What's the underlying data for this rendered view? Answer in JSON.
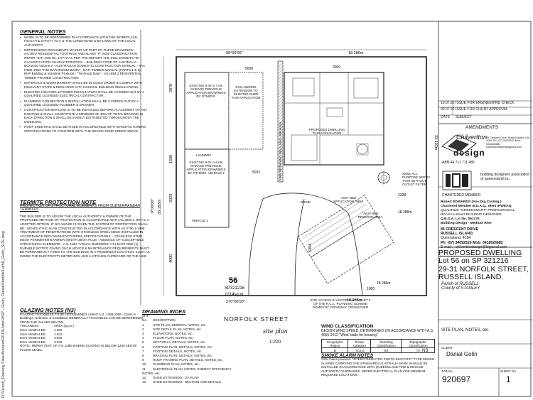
{
  "file_path": "D:\\Vicsoft_Drawing Files\\Autocad\\2018\\Jobs\\2697 - Golin, Danial\\Norfolk\\Lot56_Golin_SOE.dwg",
  "general_notes": {
    "title": "GENERAL NOTES",
    "items": [
      "WORK IS TO BE PERFORMED IN ACCORDANCE WITH THE WORKPLACE, HEALTH & SAFETY ACT, & THE CONDITIONS & BY-LAWS OF THE LOCAL AUTHORITY.",
      "REFERENCED DOCUMENTS MAKING UP PART OF THESE DRAWINGS - AS.2870 RESIDENTIAL FOOTINGS AND SLABS \"P\" SOIL CLASSIFICATION - REFER \"SIT\" JOB No. 17/773 AS PER THE REPORT THE SOIL EXHIBITS \"M\" CLASSIFICATION CHARACTERISTICS. - BUILDING CODE OF AUSTRALIA - BCA2016 Volume 2 - AUSTRALIAN DOMESTIC CONSTRUCTION MANUAL - SAA HB02-1994 \"THE BATHROOM BOOK\" - NAFI TIMBER MANUAL (PARTS 1 & 2) - BHP Building & Industrial Products - \"Technical Data\" - AS.1684.2 RESIDENTIAL TIMBER-FRAMED CONSTRUCTION",
      "MATERIALS & WORKMANSHIP SHALL BE IN GOOD ORDER & COMPLY WITH RELEVANT STATE & REDLANDS CITY COUNCIL BUILDING REGULATIONS.",
      "ELECTRIC LIGHTING & POWER INSTALLATION SHALL BE CARRIED OUT BY A QUALIFIED LICENSED ELECTRICAL CONTRACTOR.",
      "PLUMBING CONNECTION & INSTALLATION SHALL BE CARRIED OUT BY A QUALIFIED LICENSED PLUMBER & DRAINER.",
      "CONSTRUCTION BRACING IS TO BE INSTALLED BEFORE PLACEMENT OF ANY ROOFING & SHALL CONSTITUTE A MINIMUM OF 40% OF TOTAL BRACING IN EACH DIRECTION & SHALL BE EVENLY DISTRIBUTED THROUGHOUT THE DWELLING.",
      "ROOF SHEETING SHALL BE FIXED IN ACCORDANCE WITH MANUFACTURERS SPECIFICATIONS TO CONFORM WITH THE DESIGN WIND SPEED ABOVE."
    ]
  },
  "termite": {
    "title": "TERMITE PROTECTION NOTE",
    "subtitle": "PROTECTION OF STRUCTURAL ELEMENTS FROM SUBTERRANEAN TERMITES",
    "body": "THE BUILDER IS TO ADVISE THE LOCAL AUTHORITY & OWNER OF THE PROPOSED METHOD OF PROTECTION IN ACCORDANCE WITH AS.3660.1 OR A.L.A ADOPTED OPTION. IF NO AS/NSE IS GIVEN THE SYSTEM OF PROTECTION SHALL BE - MONOLITHIC SLAB CONSTRUCTED IN ACCORDANCE WITH AS.2780.1-1996 - TREATMENT OF PENETRATIONS WITH STAINLESS STEEL MESH INSTALLED IN ACCORDANCE WITH MANUFACTURERS SPECIFICATIONS. - STAINLESS STEEL MESH PERIMETER BARRIER (WIDTH 35mm PLUS - ABSENCE OF SUSCEPTIBLE STRUCTURAL ELEMENTS - A.S. 1684 \"VISUAL BARRIERS\" AT LEAST ONE (1) DURABLE NOTICE GIVING SUCH ADVICE & MAINTENANCE REQUIREMENTS MUST BE PERMANENTLY FIXED TO THE BUILDING IN A PROMINENT LOCATION, SUCH AS INSIDE THE ELECTRICITY METER BOX AND A KITCHEN CUPBOARD OR THE LIKE."
  },
  "glazing": {
    "title": "GLAZING NOTES (N3)",
    "intro": "GLAZING THICKNESS TO BE DETERMINED USING A.S. 1288:2006 - Glass in Buildings, Selection & Installation GENERALLY THICKNESS CAN BE DETERMINED FROM THE VALUES BELOW.",
    "header": [
      "THICKNESS",
      "AREA (sq.m.)"
    ],
    "rows": [
      [
        "3mm ANNEALED",
        "1.063"
      ],
      [
        "4mm ANNEALED",
        "1.843"
      ],
      [
        "5mm ANNEALED",
        "2.806"
      ],
      [
        "6mm ANNEALED",
        "3.945"
      ]
    ],
    "note": "NOTE:- REFER TEXT OF A.S.1288 WHERE GLAZING IS BELOW 1200 ABOVE FLOOR LEVEL."
  },
  "drawing_index": {
    "title": "DRAWING INDEX",
    "header": [
      "SHT No.",
      "DESCRIPTION"
    ],
    "rows": [
      [
        "1",
        "SITE PLAN, GENERAL NOTES, etc."
      ],
      [
        "2",
        "SITE DETAIL PLAN, NOTES, etc."
      ],
      [
        "3",
        "ELEVATIONS, NOTES, etc."
      ],
      [
        "4",
        "FLOOR PLAN, NOTES, etc."
      ],
      [
        "5",
        "SECTION A, DETAILS, NOTES, etc."
      ],
      [
        "6",
        "FOOTING PLAN, DETAILS, NOTES, etc."
      ],
      [
        "7",
        "FOOTING DETAILS, NOTES, etc."
      ],
      [
        "8",
        "BRACING PLAN, DETAILS, NOTES, etc."
      ],
      [
        "9",
        "ROOF FRAMING PLAN, DETAILS, NOTES, etc."
      ],
      [
        "10",
        "PLUMBING PLAN, NOTES, etc."
      ],
      [
        "11",
        "ELECTRICAL PLAN, NOTES, ENERGY EFFICIENCY NOTES, etc."
      ],
      [
        "12",
        "SHED EXTENSION - GA PLAN"
      ],
      [
        "13",
        "SHED EXTENSION - SECTION AND DETAILS"
      ]
    ]
  },
  "plan": {
    "street": "NORFOLK STREET",
    "label": "site plan",
    "scale": "1:200",
    "lot": "56",
    "sp": "SP321216",
    "area": "1214sq.m",
    "dims": {
      "top_left": "90°00'00\"",
      "top_right": "18.286m",
      "bottom": "270°00'00\"",
      "bottom_right": "18.286m",
      "right": "33.193m",
      "left": "33.193m",
      "left_bearing": "0°00'00\"",
      "mid": "18.286m",
      "low": "18.286m",
      "d5000": "5000",
      "d3000": "3000",
      "d2870": "2870",
      "d1500": "1500",
      "d2023": "2023",
      "d4000": "4000",
      "d5032": "5032",
      "d2328": "2328",
      "d5354": "5354",
      "d1000": "1000"
    },
    "labels": {
      "existing_garage_1": "EXISTING 9.0m x 7.0m GARAGE PREVIOUS APPLICATION DRAWINGS BY OTHERS.",
      "awning": "5.0m AWNING EXTENSION TO EXISTING SHED THIS APPLICATION",
      "laundry": "LAUNDRY",
      "existing_garage_2": "EXISTING 9.0m x 6.0m GARAGE PREVIOUS APPLICATION DRAWINGS BY OTHERS. VEHICLE 2",
      "vehicle1": "VEHICLE 1",
      "fire_wall": "FIRE RETAINING WALL MAX. 600 HIGH",
      "dwelling": "PROPOSED DWELLING THIS APPLICATION",
      "septic": "3000L ALL PURPOSE SEPTIC TANK WITHOUT OUTLET FILTER",
      "drive": "DRIVE",
      "aes_bed": "\"AES\" BED RESERVE AREA",
      "aes_bed_app": "\"AES\" BED APPLICATION AREA",
      "access": "SITE ACCESS IN ACCORDANCE PART F OF THE R.C.C. PLANNING SCHEME DOMESTIC DRIVEWAY CROSSOVER"
    }
  },
  "wind": {
    "title": "WIND CLASSIFICATION",
    "desc": "DESIGN WIND SPEED, DETERMINED ON ACCORDANCE WITH A.S. 4055-2012 \"Wind loads for housing\"",
    "header": [
      "Geographic Region",
      "Terrain Category",
      "Shielding Classification",
      "Topographic Classification"
    ],
    "values": [
      "B",
      "TC2.5",
      "NS",
      "T0"
    ],
    "class": "N3"
  },
  "smoke": {
    "title": "SMOKE ALARM NOTES",
    "body": "240v mains powered \"INTERCONNECTED PHOTO ELECTRIC\" TYPE SMOKE ALARMS CARRYING THE STANDARDS AUSTRALIA MARK SHOULD BE INSTALLED IN ACCORDANCE WITH QUEENSLAND FIRE & RESCUE AUTHORITY GUIDELINES. REFER ELECTRICAL PLAN FOR MINIMUM REQUIRED LOCATIONS."
  },
  "revisions": [
    {
      "date": "10.07.20",
      "desc": "ISSUE FOR ENGINEERING CHECK"
    },
    {
      "date": "09.07.20",
      "desc": "ISSUE FOR CLIENT APPROVAL"
    }
  ],
  "rev_header": {
    "date": "DATE",
    "subject": "SUBJECT"
  },
  "amendments": "AMENDMENTS",
  "company": {
    "logo_top": "Chilvertton",
    "logo_main": "design",
    "address": "85 Crescent Drive, Russell Island, Qld 4184. Ph: (07) 34092520 Mob: 0418026682 chilvertondesign@bigpond.com",
    "abn": "ABN 44 711 711 485",
    "bd_assoc": "building designers association of queensland inc.",
    "chartered": "CHARTERED MEMBER",
    "designer_lines": [
      "Robert EDWARDS (Ass.Dip.Civ.Eng.)",
      "Chartered Member B.D.A.Q., Mem IPWEAQ",
      "QUALIFIED \"GREENSMART\" PROFESSIONAL",
      "BDA Eco-Smart BUILDING DESIGNER",
      "Q.B.S.A. Lic No. 061176",
      "Building Design - Medium Rise"
    ],
    "contact_lines": [
      "85 CRESCENT DRIVE",
      "RUSSELL ISLAND,",
      "Queensland. 4184",
      "Ph: (07) 34092520   Mob: 0418026682",
      "E-mail :- chilvertondesign@bigpond.com"
    ]
  },
  "drawing": {
    "title": "PROPOSED DWELLING",
    "lot_line": "Lot 56 on SP 321216",
    "address": "29-31 NORFOLK STREET,",
    "city": "RUSSELL ISLAND.",
    "parish": "Parish of RUSSELL",
    "county": "County of STANLEY",
    "sheet_desc": "SITE PLAN, NOTES, etc.",
    "client_label": "CLIENT",
    "client": "Danial Golin",
    "job_label": "JOB No.",
    "job": "920697",
    "sheet_label": "SHEET No.",
    "sheet": "1"
  }
}
